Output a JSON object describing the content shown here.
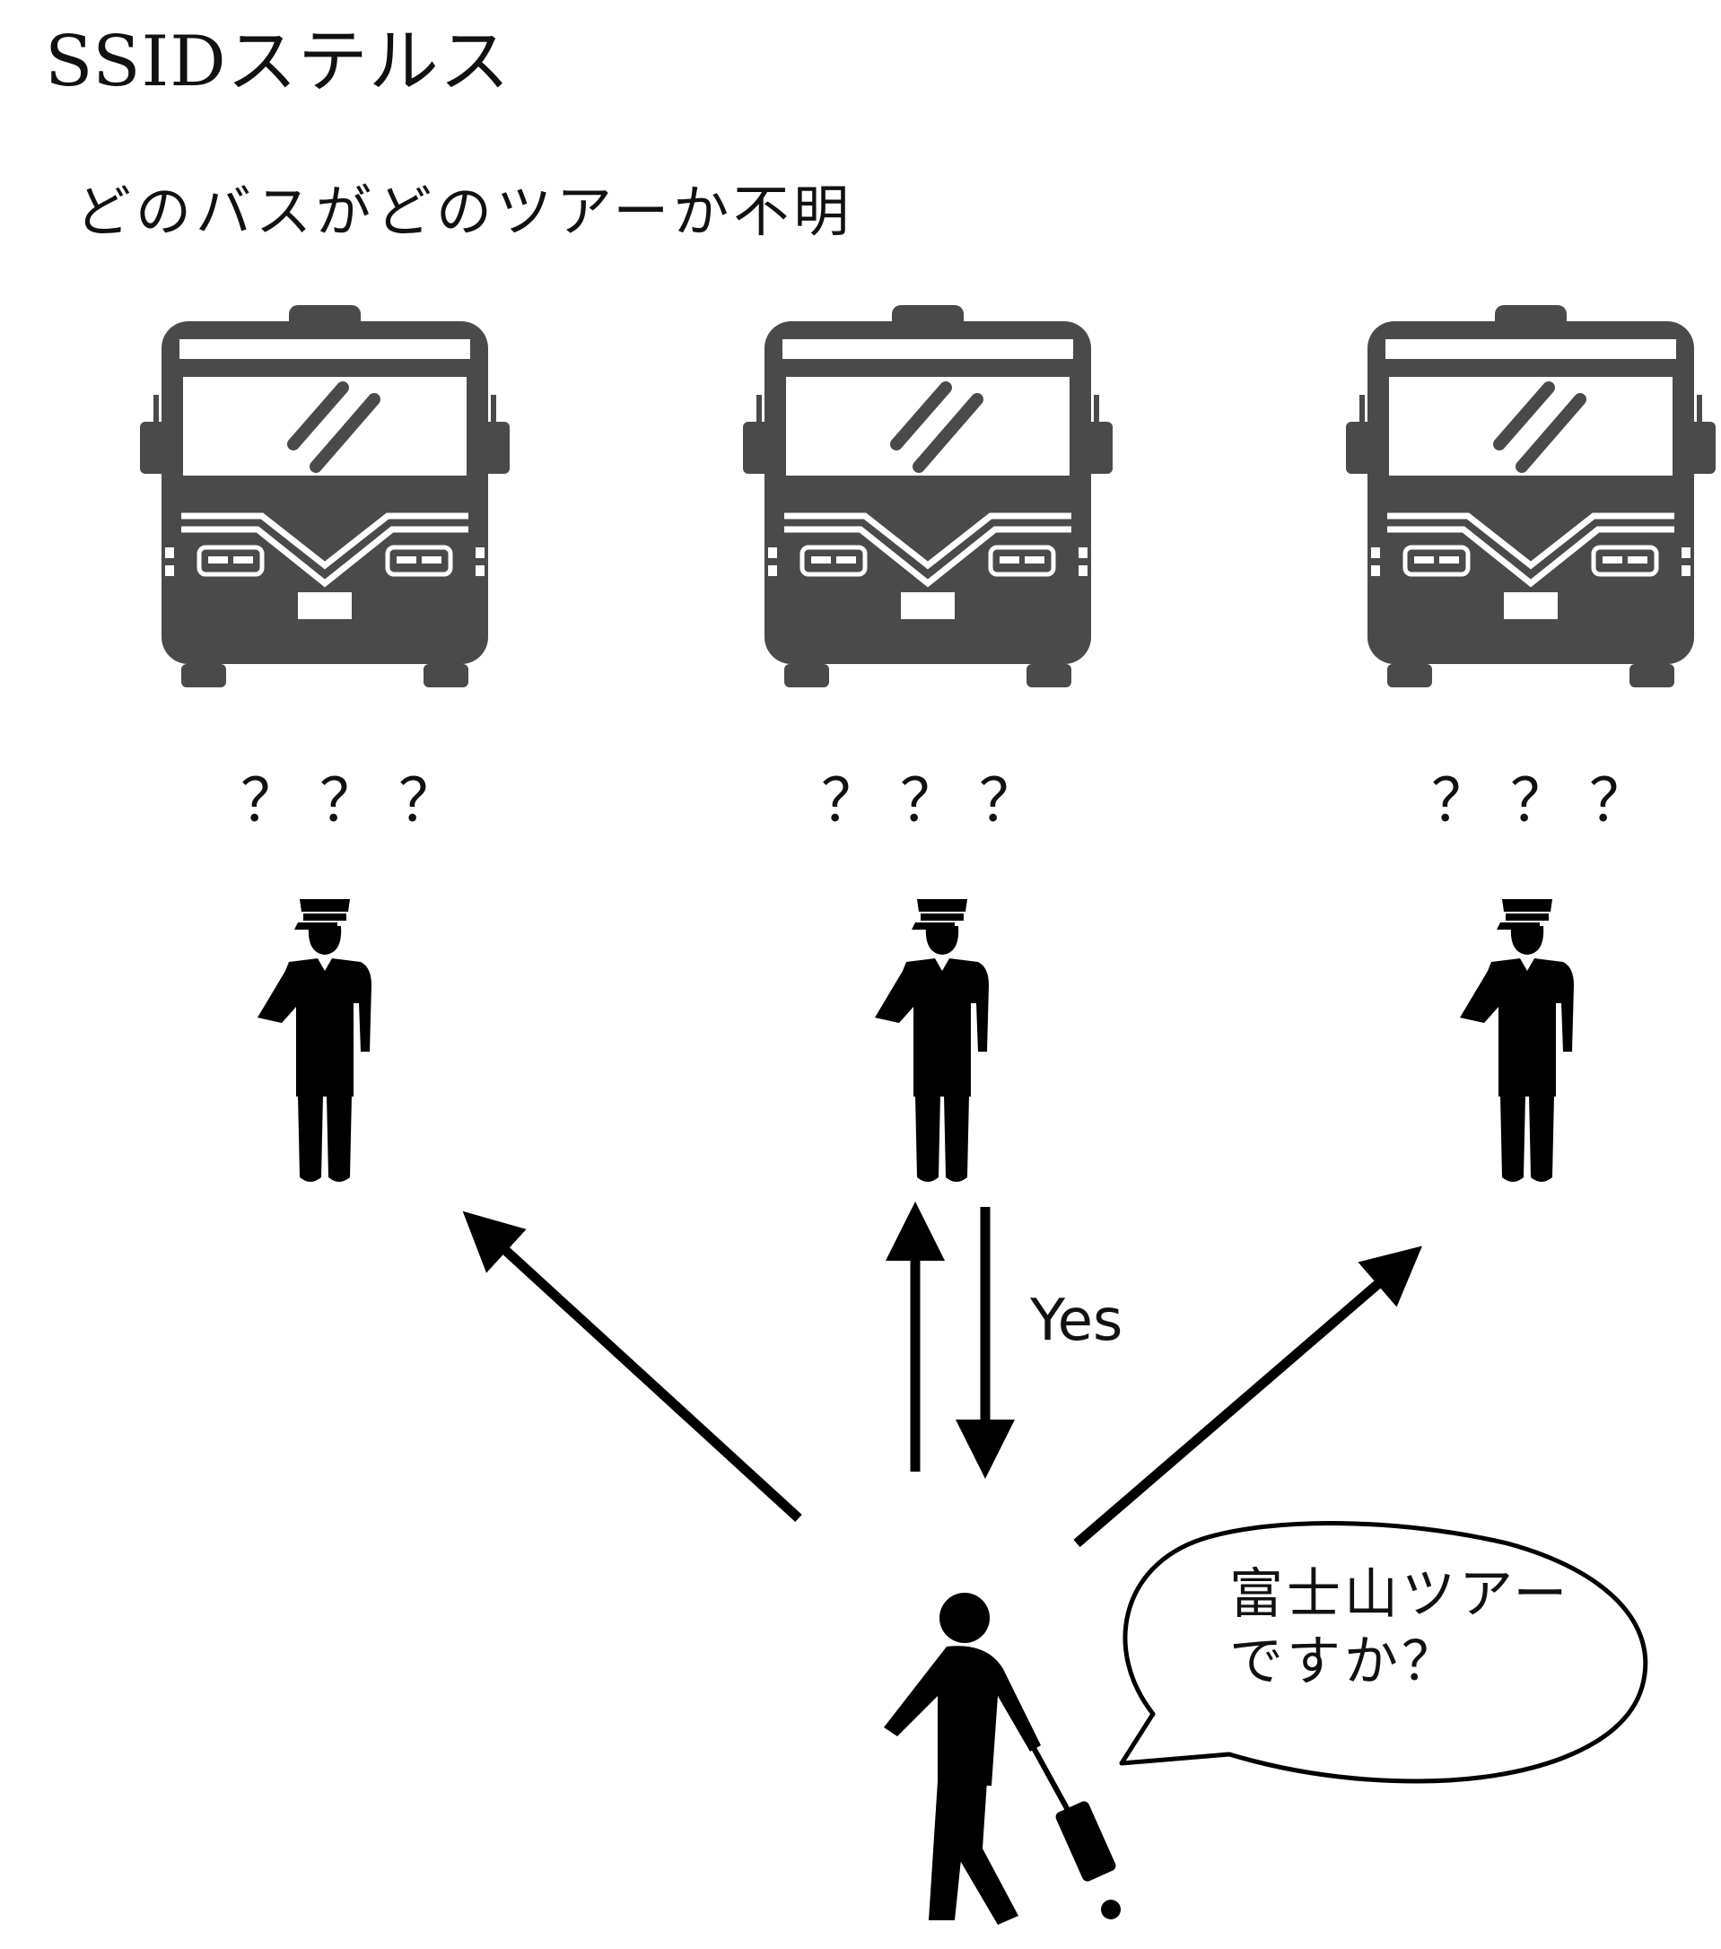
{
  "title": "SSIDステルス",
  "subtitle": "どのバスがどのツアーか不明",
  "buses": [
    {
      "question": "？？？"
    },
    {
      "question": "？？？"
    },
    {
      "question": "？？？"
    }
  ],
  "reply_label": "Yes",
  "speech_bubble": {
    "line1": "富士山ツアー",
    "line2": "ですか？"
  },
  "colors": {
    "bus": "#4a4a4a",
    "figure": "#000000",
    "background": "#ffffff"
  },
  "icons": [
    "bus-icon",
    "bus-driver-icon",
    "traveler-icon",
    "suitcase-icon",
    "speech-bubble"
  ]
}
